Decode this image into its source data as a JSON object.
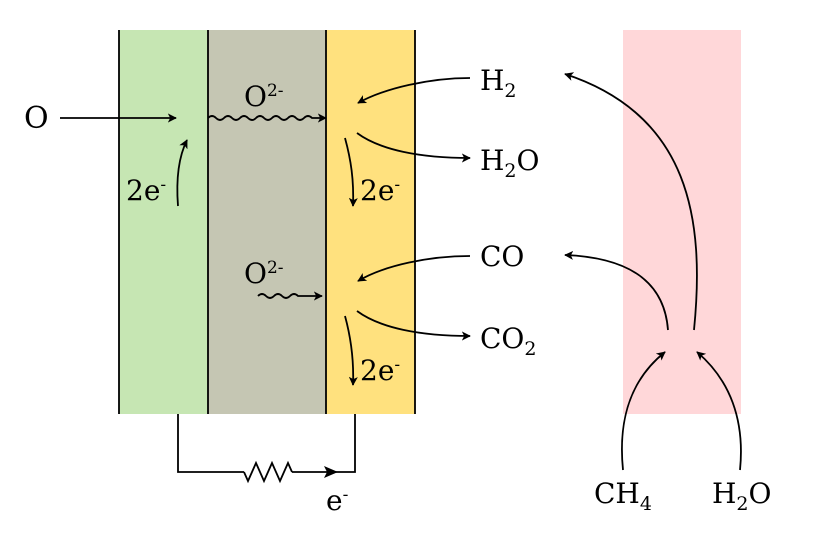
{
  "diagram": {
    "colors": {
      "cathode": "#c6e6b3",
      "electrolyte": "#c5c6b3",
      "anode": "#ffe17e",
      "reformer": "#ffd7d9",
      "stroke": "#000000"
    },
    "labels": {
      "oxygen_in": "O",
      "electrons_cathode": "2e",
      "electrons_cathode_sup": "-",
      "oxide_top": "O",
      "oxide_top_sup": "2-",
      "oxide_bottom": "O",
      "oxide_bottom_sup": "2-",
      "electrons_anode_top": "2e",
      "electrons_anode_top_sup": "-",
      "electrons_anode_bottom": "2e",
      "electrons_anode_bottom_sup": "-",
      "hydrogen": "H",
      "hydrogen_sub": "2",
      "water_out": "H",
      "water_out_sub": "2",
      "water_out_tail": "O",
      "carbon_monoxide": "CO",
      "carbon_dioxide": "CO",
      "carbon_dioxide_sub": "2",
      "methane": "CH",
      "methane_sub": "4",
      "water_in": "H",
      "water_in_sub": "2",
      "water_in_tail": "O",
      "electron_circuit": "e",
      "electron_circuit_sup": "-"
    }
  }
}
